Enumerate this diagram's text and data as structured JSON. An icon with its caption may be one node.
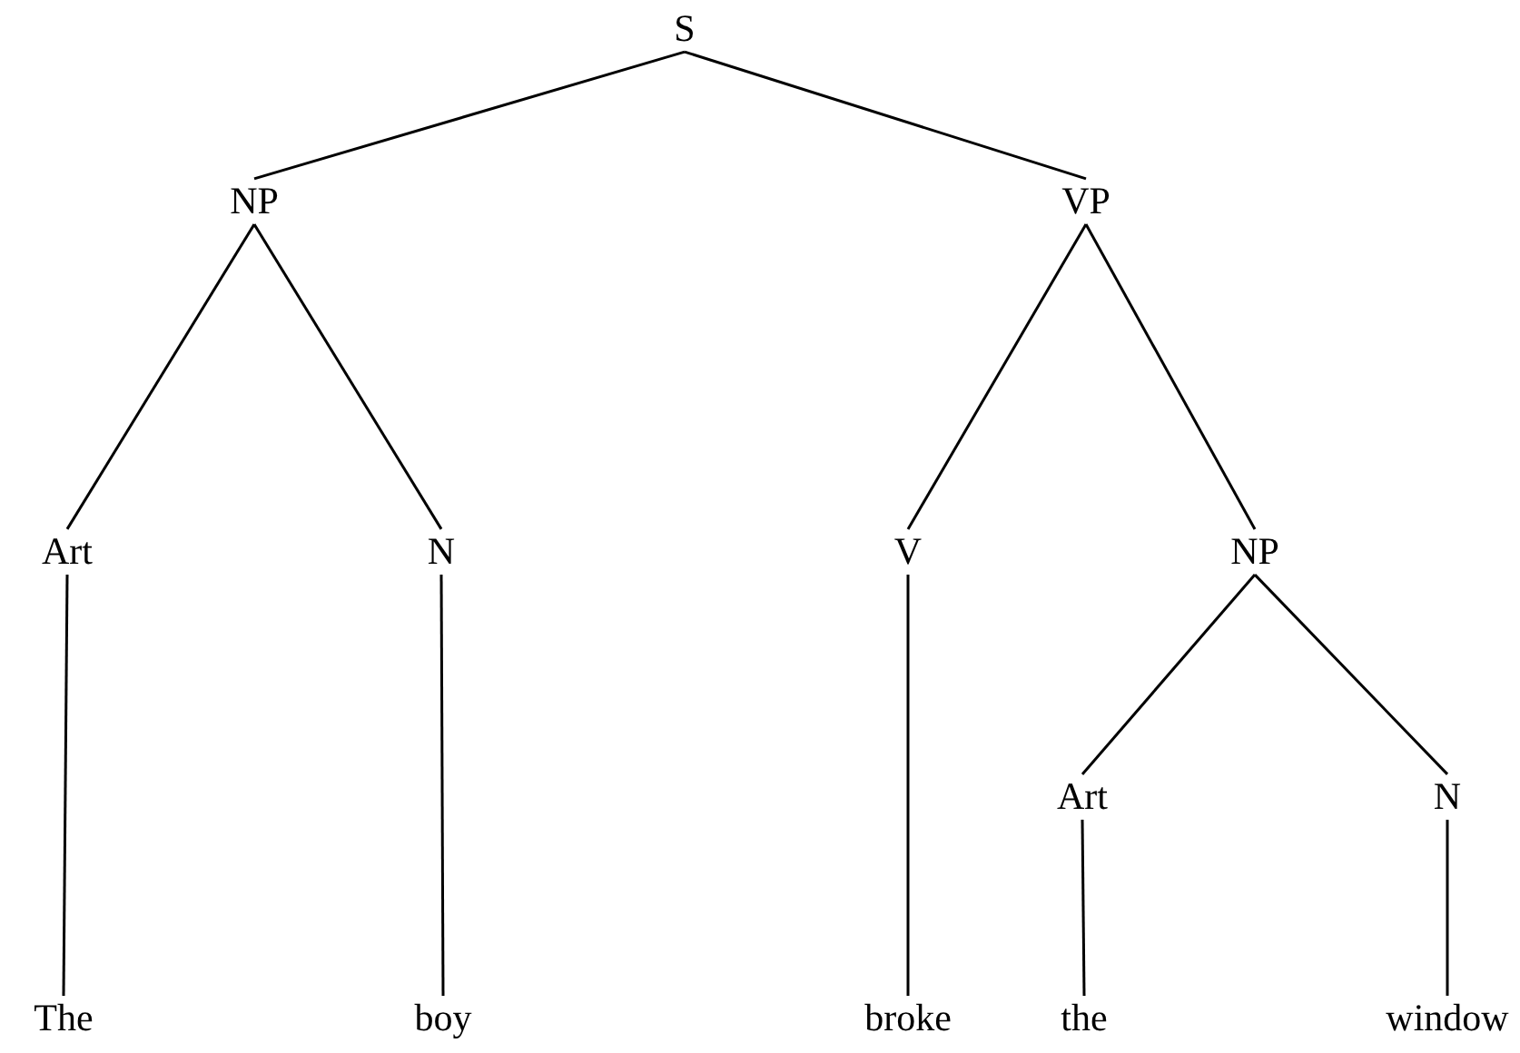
{
  "diagram": {
    "nodes": [
      {
        "text": [
          "S"
        ]
      },
      {
        "text": [
          "NP"
        ]
      },
      {
        "text": [
          "VP"
        ]
      },
      {
        "text": [
          "Art"
        ]
      },
      {
        "text": [
          "N"
        ]
      },
      {
        "text": [
          "V"
        ]
      },
      {
        "text": [
          "NP"
        ]
      },
      {
        "text": [
          "Art"
        ]
      },
      {
        "text": [
          "N"
        ]
      },
      {
        "text": [
          "The"
        ]
      },
      {
        "text": [
          "boy"
        ]
      },
      {
        "text": [
          "broke"
        ]
      },
      {
        "text": [
          "the"
        ]
      },
      {
        "text": [
          "window"
        ]
      }
    ],
    "edges": [
      {
        "from": 0,
        "to": 1,
        "arrow": "none"
      },
      {
        "from": 0,
        "to": 2,
        "arrow": "none"
      },
      {
        "from": 1,
        "to": 3,
        "arrow": "none"
      },
      {
        "from": 1,
        "to": 4,
        "arrow": "none"
      },
      {
        "from": 2,
        "to": 5,
        "arrow": "none"
      },
      {
        "from": 2,
        "to": 6,
        "arrow": "none"
      },
      {
        "from": 6,
        "to": 7,
        "arrow": "none"
      },
      {
        "from": 6,
        "to": 8,
        "arrow": "none"
      },
      {
        "from": 3,
        "to": 9,
        "arrow": "none"
      },
      {
        "from": 4,
        "to": 10,
        "arrow": "none"
      },
      {
        "from": 5,
        "to": 11,
        "arrow": "none"
      },
      {
        "from": 7,
        "to": 12,
        "arrow": "none"
      },
      {
        "from": 8,
        "to": 13,
        "arrow": "none"
      }
    ]
  }
}
